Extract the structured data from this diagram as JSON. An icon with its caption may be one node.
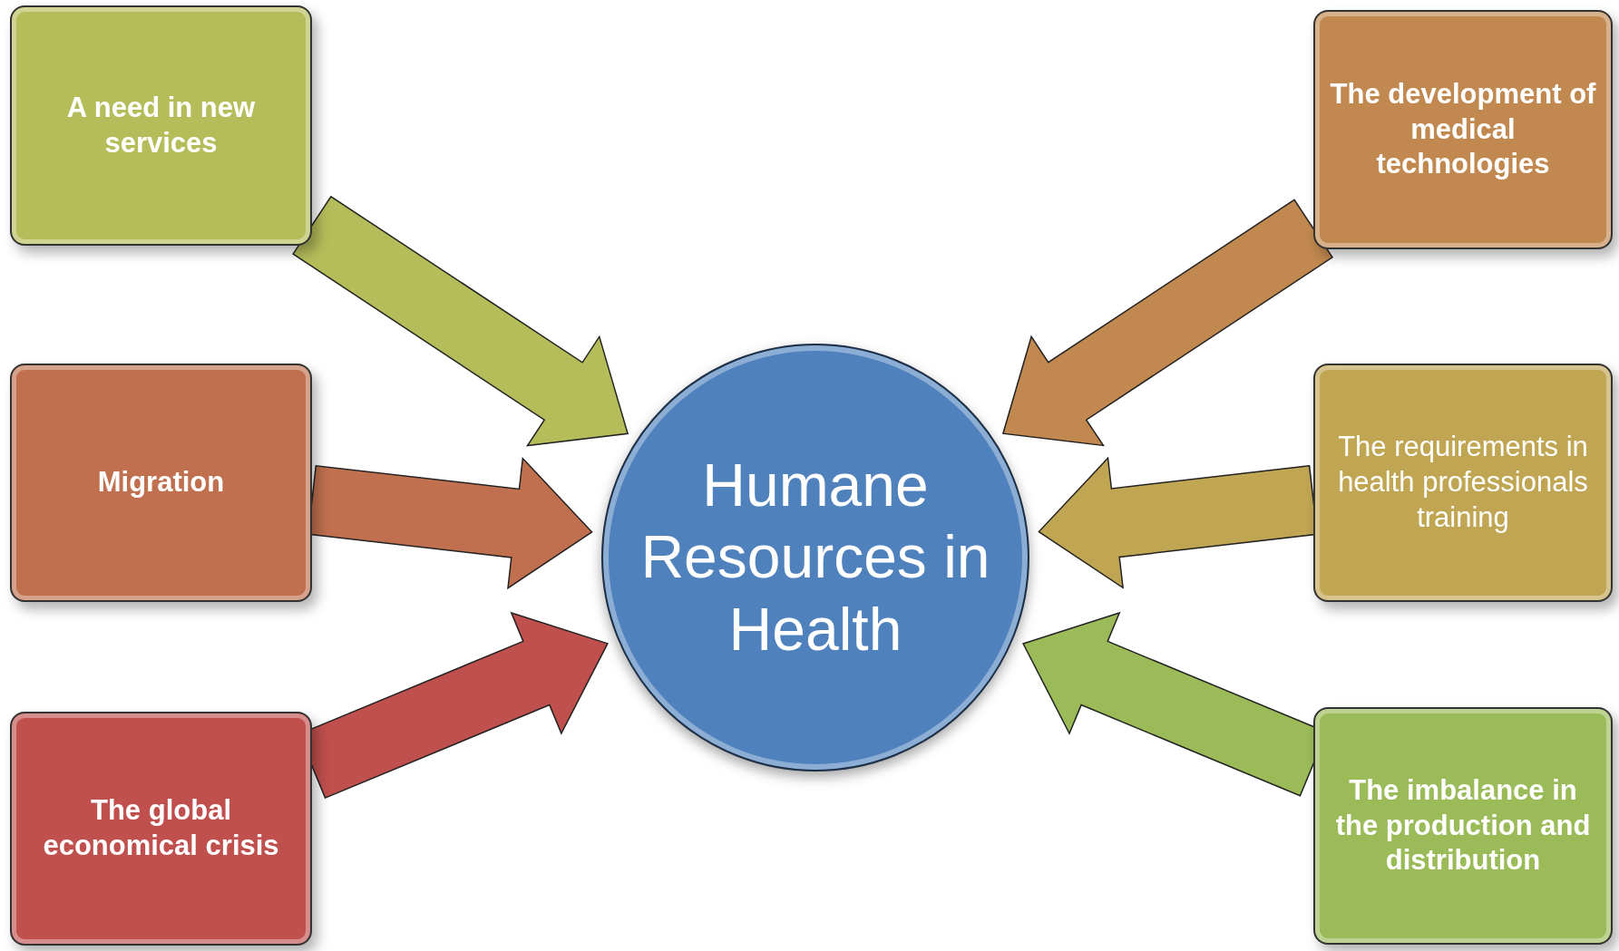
{
  "diagram": {
    "nodes": [
      {
        "text": [
          "A need in new services"
        ]
      },
      {
        "text": [
          "Migration"
        ]
      },
      {
        "text": [
          "The global economical crisis"
        ]
      },
      {
        "text": [
          "The development of medical technologies"
        ]
      },
      {
        "text": [
          "The requirements in health professionals training"
        ]
      },
      {
        "text": [
          "The imbalance in the production and distribution"
        ]
      },
      {
        "text": [
          "Humane Resources in Health"
        ]
      }
    ],
    "edges": [
      {
        "from": 0,
        "to": 6,
        "arrow": "to",
        "color": "#b5bd5a"
      },
      {
        "from": 1,
        "to": 6,
        "arrow": "to",
        "color": "#c0704f"
      },
      {
        "from": 2,
        "to": 6,
        "arrow": "to",
        "color": "#c0504d"
      },
      {
        "from": 3,
        "to": 6,
        "arrow": "to",
        "color": "#c1884f"
      },
      {
        "from": 4,
        "to": 6,
        "arrow": "to",
        "color": "#c0a552"
      },
      {
        "from": 5,
        "to": 6,
        "arrow": "to",
        "color": "#9bbb59"
      }
    ]
  }
}
